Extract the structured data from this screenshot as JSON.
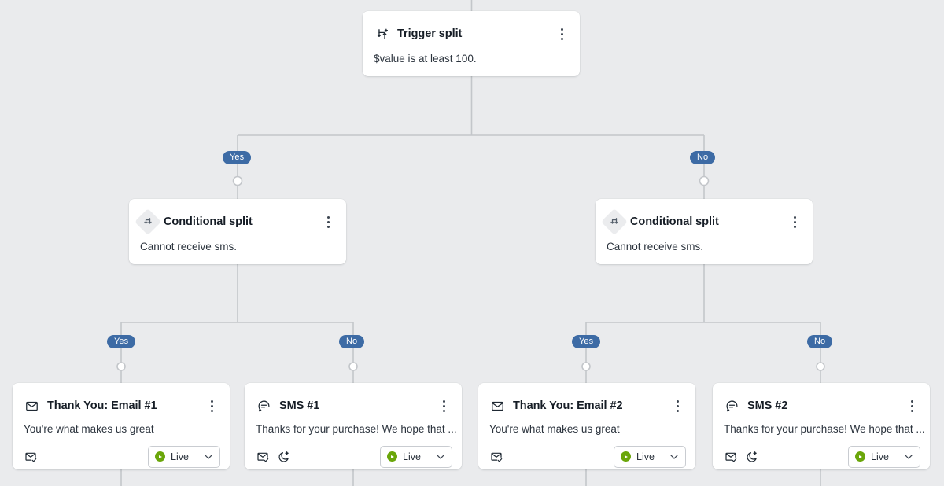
{
  "canvas": {
    "background_color": "#eaebed",
    "wire_color": "#c3c6ca",
    "branch_pill_color": "#3d6ba5",
    "status_live_color": "#6aa60a"
  },
  "flow": {
    "trigger": {
      "icon": "trigger-split-icon",
      "title": "Trigger split",
      "description": "$value is at least 100.",
      "menu_icon": "kebab-menu-icon"
    },
    "branches_level_1": [
      {
        "label": "Yes"
      },
      {
        "label": "No"
      }
    ],
    "conditional_splits": [
      {
        "icon": "conditional-split-icon",
        "title": "Conditional split",
        "description": "Cannot receive sms.",
        "menu_icon": "kebab-menu-icon"
      },
      {
        "icon": "conditional-split-icon",
        "title": "Conditional split",
        "description": "Cannot receive sms.",
        "menu_icon": "kebab-menu-icon"
      }
    ],
    "branches_level_2": [
      {
        "label": "Yes"
      },
      {
        "label": "No"
      },
      {
        "label": "Yes"
      },
      {
        "label": "No"
      }
    ],
    "messages": [
      {
        "type": "email",
        "icon": "envelope-icon",
        "title": "Thank You: Email #1",
        "preview": "You're what makes us great",
        "menu_icon": "kebab-menu-icon",
        "footer_icons": [
          "envelope-check-icon"
        ],
        "status": "Live",
        "status_icon": "play-circle-icon",
        "chevron_icon": "chevron-down-icon"
      },
      {
        "type": "sms",
        "icon": "sms-bubble-icon",
        "title": "SMS #1",
        "preview": "Thanks for your purchase! We hope that ...",
        "menu_icon": "kebab-menu-icon",
        "footer_icons": [
          "envelope-check-icon",
          "moon-quiet-hours-icon"
        ],
        "status": "Live",
        "status_icon": "play-circle-icon",
        "chevron_icon": "chevron-down-icon"
      },
      {
        "type": "email",
        "icon": "envelope-icon",
        "title": "Thank You: Email #2",
        "preview": "You're what makes us great",
        "menu_icon": "kebab-menu-icon",
        "footer_icons": [
          "envelope-check-icon"
        ],
        "status": "Live",
        "status_icon": "play-circle-icon",
        "chevron_icon": "chevron-down-icon"
      },
      {
        "type": "sms",
        "icon": "sms-bubble-icon",
        "title": "SMS #2",
        "preview": "Thanks for your purchase! We hope that ...",
        "menu_icon": "kebab-menu-icon",
        "footer_icons": [
          "envelope-check-icon",
          "moon-quiet-hours-icon"
        ],
        "status": "Live",
        "status_icon": "play-circle-icon",
        "chevron_icon": "chevron-down-icon"
      }
    ]
  }
}
